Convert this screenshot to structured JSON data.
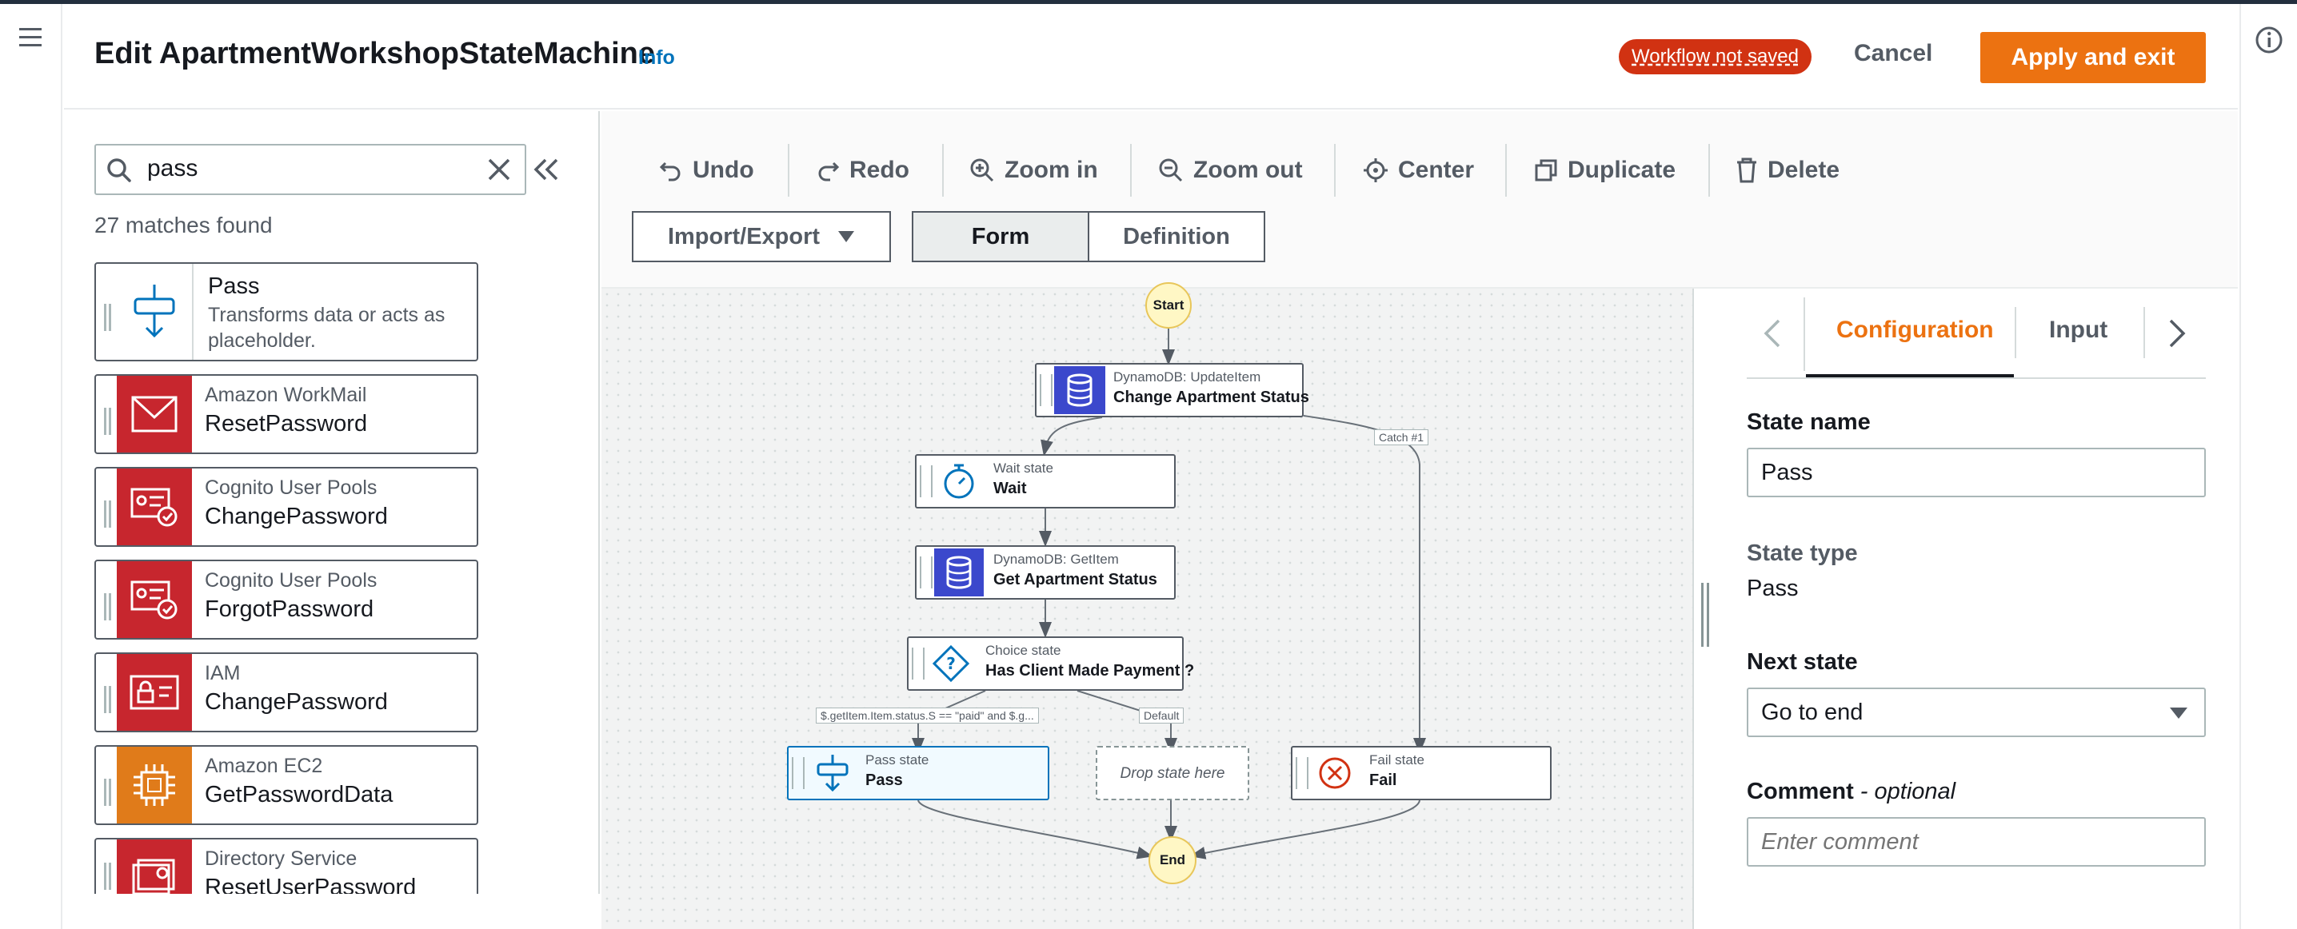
{
  "header": {
    "title": "Edit ApartmentWorkshopStateMachine",
    "info_link": "Info",
    "unsaved_badge": "Workflow not saved",
    "cancel_label": "Cancel",
    "apply_label": "Apply and exit"
  },
  "search": {
    "value": "pass",
    "matches_text": "27 matches found"
  },
  "states_list": [
    {
      "title": "Pass",
      "description": "Transforms data or acts as placeholder.",
      "icon": "pass-state-icon"
    },
    {
      "service": "Amazon WorkMail",
      "action": "ResetPassword",
      "icon": "workmail-icon",
      "color": "#c7262e"
    },
    {
      "service": "Cognito User Pools",
      "action": "ChangePassword",
      "icon": "cognito-icon",
      "color": "#c7262e"
    },
    {
      "service": "Cognito User Pools",
      "action": "ForgotPassword",
      "icon": "cognito-icon",
      "color": "#c7262e"
    },
    {
      "service": "IAM",
      "action": "ChangePassword",
      "icon": "iam-icon",
      "color": "#c7262e"
    },
    {
      "service": "Amazon EC2",
      "action": "GetPasswordData",
      "icon": "ec2-icon",
      "color": "#e07b1a"
    },
    {
      "service": "Directory Service",
      "action": "ResetUserPassword",
      "icon": "directory-service-icon",
      "color": "#c7262e"
    }
  ],
  "toolbar": {
    "undo": "Undo",
    "redo": "Redo",
    "zoom_in": "Zoom in",
    "zoom_out": "Zoom out",
    "center": "Center",
    "duplicate": "Duplicate",
    "delete": "Delete",
    "import_export": "Import/Export",
    "form_tab": "Form",
    "definition_tab": "Definition"
  },
  "graph": {
    "start": "Start",
    "end": "End",
    "nodes": {
      "update": {
        "type": "DynamoDB: UpdateItem",
        "name": "Change Apartment Status"
      },
      "wait": {
        "type": "Wait state",
        "name": "Wait"
      },
      "get": {
        "type": "DynamoDB: GetItem",
        "name": "Get Apartment Status"
      },
      "choice": {
        "type": "Choice state",
        "name": "Has Client Made Payment ?"
      },
      "pass": {
        "type": "Pass state",
        "name": "Pass"
      },
      "drop": {
        "name": "Drop state here"
      },
      "fail": {
        "type": "Fail state",
        "name": "Fail"
      }
    },
    "edge_labels": {
      "catch": "Catch #1",
      "choice_rule": "$.getItem.Item.status.S == \"paid\" and $.g...",
      "default": "Default"
    }
  },
  "inspector": {
    "tabs": [
      "Configuration",
      "Input"
    ],
    "active_tab": "Configuration",
    "state_name_label": "State name",
    "state_name_value": "Pass",
    "state_type_label": "State type",
    "state_type_value": "Pass",
    "next_state_label": "Next state",
    "next_state_value": "Go to end",
    "comment_label": "Comment",
    "comment_optional": " - optional",
    "comment_placeholder": "Enter comment"
  },
  "colors": {
    "accent": "#ec7211",
    "link": "#0073bb",
    "danger": "#d13212",
    "dynamodb": "#3b48cc",
    "selected": "#0073bb"
  }
}
